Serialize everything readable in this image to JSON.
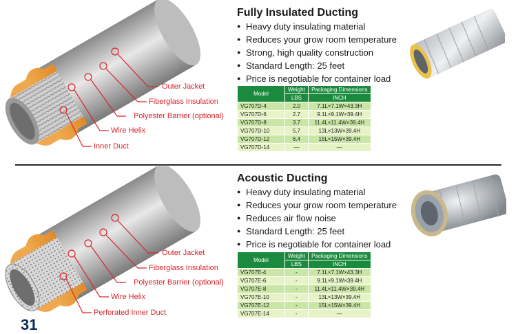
{
  "page_number": "31",
  "sections": [
    {
      "title": "Fully Insulated Ducting",
      "bullets": [
        "Heavy duty insulating material",
        "Reduces your grow room temperature",
        "Strong, high quality construction",
        "Standard Length: 25 feet",
        "Price is negotiable for container load"
      ],
      "diagram_labels": [
        "Outer Jacket",
        "Fiberglass Insulation",
        "Polyester Barrier (optional)",
        "Wire Helix",
        "Inner Duct"
      ],
      "table": {
        "headers": [
          "Model",
          "Weight",
          "Packaging Dimensions"
        ],
        "subheaders": [
          "LBS",
          "INCH"
        ],
        "rows": [
          [
            "VG707D-4",
            "2.0",
            "7.1L×7.1W×43.3H"
          ],
          [
            "VG707D-6",
            "2.7",
            "9.1L×9.1W×39.4H"
          ],
          [
            "VG707D-8",
            "3.7",
            "11.4L×11.4W×39.4H"
          ],
          [
            "VG707D-10",
            "5.7",
            "13L×13W×39.4H"
          ],
          [
            "VG707D-12",
            "6.4",
            "15L×15W×39.4H"
          ],
          [
            "VG707D-14",
            "—",
            "—"
          ]
        ]
      }
    },
    {
      "title": "Acoustic Ducting",
      "bullets": [
        "Heavy duty insulating material",
        "Reduces your grow room temperature",
        "Reduces air flow noise",
        "Standard Length: 25 feet",
        "Price is negotiable for container load"
      ],
      "diagram_labels": [
        "Outer Jacket",
        "Fiberglass Insulation",
        "Polyester Barrier (optional)",
        "Wire Helix",
        "Perforated Inner Duct"
      ],
      "table": {
        "headers": [
          "Model",
          "Weight",
          "Packaging Dimensions"
        ],
        "subheaders": [
          "LBS",
          "INCH"
        ],
        "rows": [
          [
            "VG707E-4",
            "-",
            "7.1L×7.1W×43.3H"
          ],
          [
            "VG707E-6",
            "-",
            "9.1L×9.1W×39.4H"
          ],
          [
            "VG707E-8",
            "-",
            "11.4L×11.4W×39.4H"
          ],
          [
            "VG707E-10",
            "-",
            "13L×13W×39.4H"
          ],
          [
            "VG707E-12",
            "-",
            "15L×15W×39.4H"
          ],
          [
            "VG707E-14",
            "-",
            "—"
          ]
        ]
      }
    }
  ],
  "colors": {
    "table_header": "#1b8a3e",
    "row_light": "#e6f3c6",
    "row_dark": "#c9e6a6",
    "label_red": "#d9232a"
  }
}
